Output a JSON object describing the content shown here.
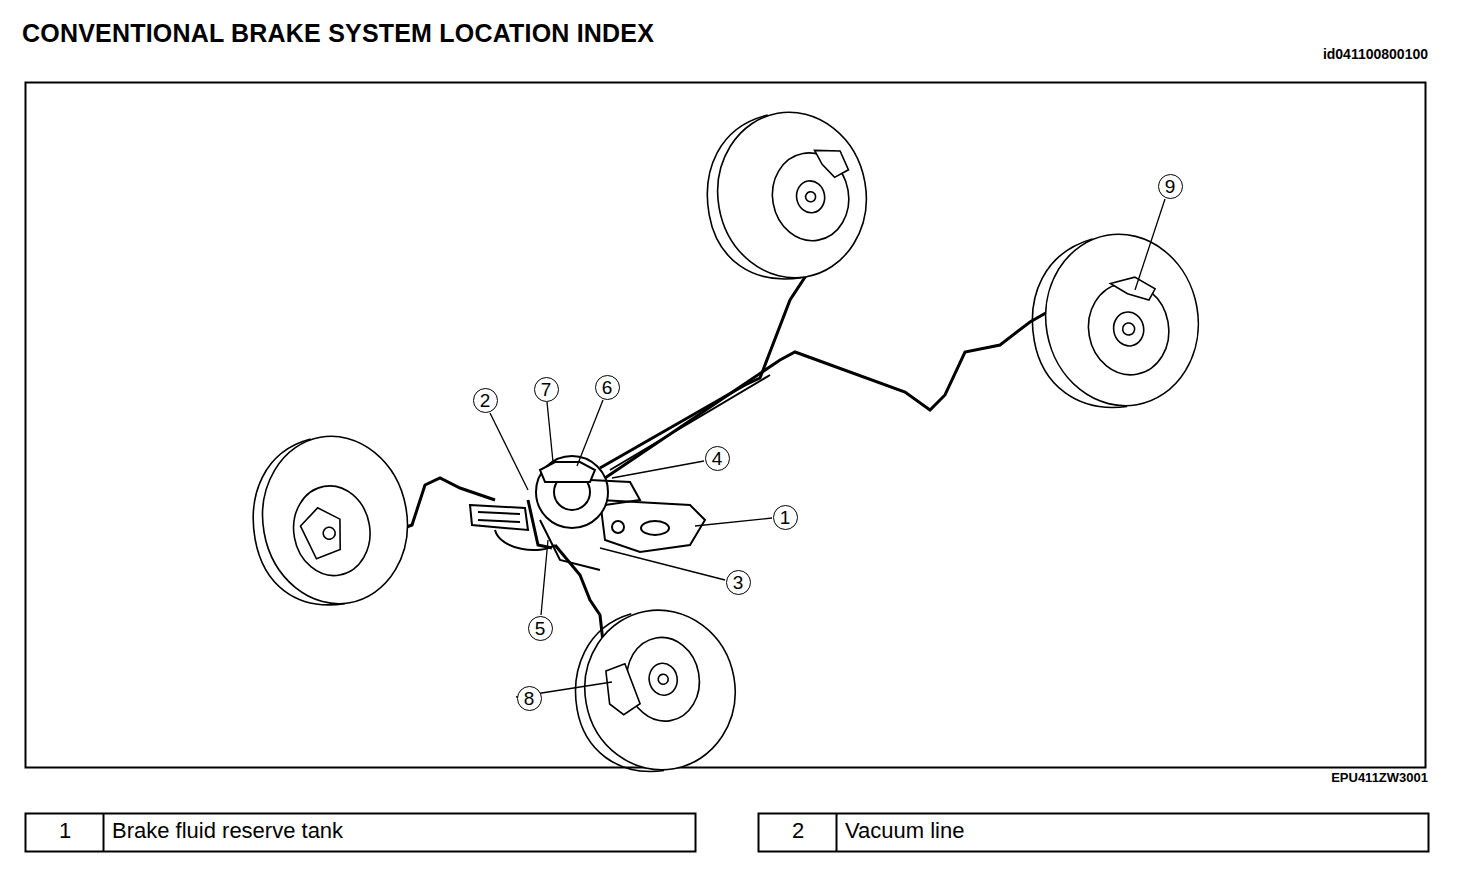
{
  "diagram": {
    "title": "CONVENTIONAL BRAKE SYSTEM LOCATION INDEX",
    "labels": [
      "id041100800100",
      "9",
      "7",
      "6",
      "2",
      "4",
      "1",
      "3",
      "5",
      "8",
      "EPU411ZW3001",
      "1",
      "Brake fluid reserve tank",
      "2",
      "Vacuum line"
    ]
  }
}
